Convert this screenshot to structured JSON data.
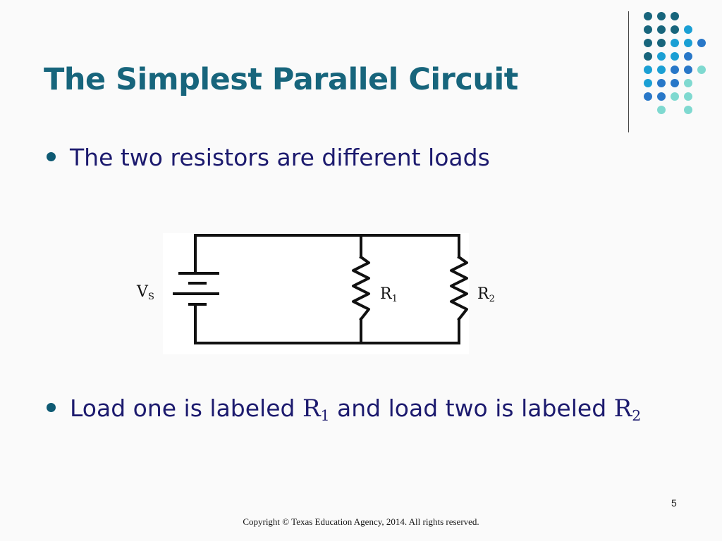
{
  "slide": {
    "title": "The Simplest Parallel Circuit",
    "bullets": [
      {
        "text": "The two resistors are different loads"
      },
      {
        "text_before": "Load one is labeled ",
        "r1_base": "R",
        "r1_sub": "1",
        "text_middle": " and load two is labeled ",
        "r2_base": "R",
        "r2_sub": "2"
      }
    ],
    "slide_number": "5",
    "copyright": "Copyright © Texas Education Agency, 2014. All rights reserved."
  },
  "circuit": {
    "source_label_base": "V",
    "source_label_sub": "S",
    "r1_label_base": "R",
    "r1_label_sub": "1",
    "r2_label_base": "R",
    "r2_label_sub": "2"
  },
  "colors": {
    "title": "#17657c",
    "bullet_text": "#1c1a6e",
    "bullet_dot": "#0e5a73",
    "dot_dark": "#17657c",
    "dot_blue": "#1a9fd4",
    "dot_royal": "#2877c8",
    "dot_mint": "#7fd9d0",
    "divider": "#444444"
  },
  "decor_dots": {
    "rows": [
      [
        "dark",
        "dark",
        "dark"
      ],
      [
        "dark",
        "dark",
        "dark",
        "blue"
      ],
      [
        "dark",
        "dark",
        "blue",
        "blue",
        "royal"
      ],
      [
        "dark",
        "blue",
        "blue",
        "royal"
      ],
      [
        "blue",
        "blue",
        "royal",
        "royal",
        "mint"
      ],
      [
        "blue",
        "royal",
        "royal",
        "mint"
      ],
      [
        "royal",
        "royal",
        "mint",
        "mint"
      ],
      [
        "mint",
        "mint"
      ]
    ]
  }
}
